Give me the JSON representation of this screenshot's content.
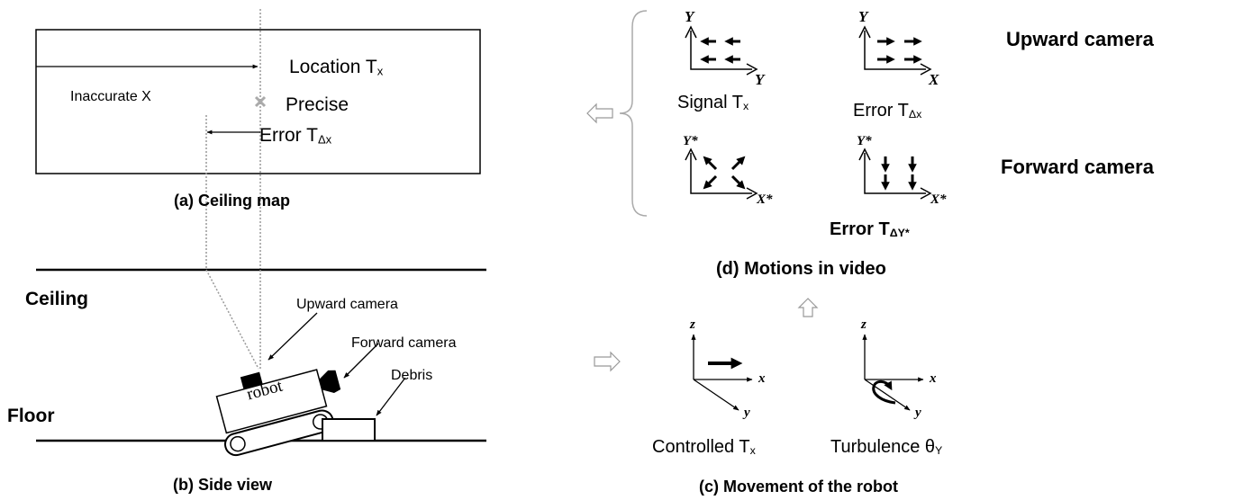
{
  "ceiling_map": {
    "location": "Location T",
    "location_sub": "x",
    "inaccurate": "Inaccurate X",
    "precise": "Precise",
    "error": "Error T",
    "error_sub": "Δx",
    "caption": "(a) Ceiling map"
  },
  "side_view": {
    "ceiling": "Ceiling",
    "floor": "Floor",
    "upward_camera": "Upward camera",
    "forward_camera": "Forward camera",
    "debris": "Debris",
    "robot": "robot",
    "caption": "(b) Side view"
  },
  "motions": {
    "signal": "Signal T",
    "signal_sub": "x",
    "error_upward": "Error T",
    "error_upward_sub": "Δx",
    "error_forward": "Error T",
    "error_forward_sub": "ΔY*",
    "upward_camera": "Upward camera",
    "forward_camera": "Forward camera",
    "caption": "(d) Motions in video",
    "axes": {
      "y": "Y",
      "x_signal": "Y",
      "x": "X",
      "y_star": "Y*",
      "x_star": "X*"
    }
  },
  "movement": {
    "controlled": "Controlled T",
    "controlled_sub": "x",
    "turbulence": "Turbulence θ",
    "turbulence_sub": "Y",
    "caption": "(c) Movement of the robot",
    "axes": {
      "z": "z",
      "x": "x",
      "y": "y"
    }
  }
}
